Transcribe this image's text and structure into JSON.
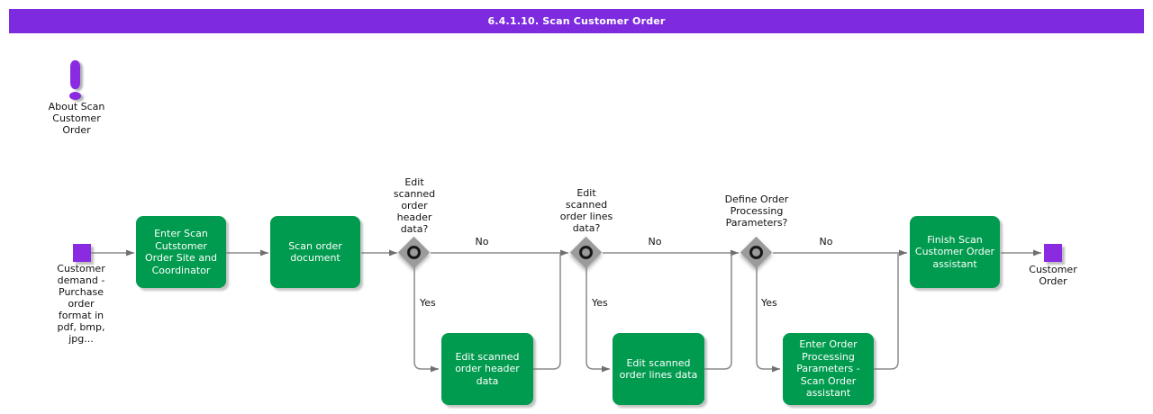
{
  "header": {
    "title": "6.4.1.10. Scan Customer Order"
  },
  "about": {
    "label": "About Scan\nCustomer\nOrder"
  },
  "colors": {
    "header_bar": "#7E2BDF",
    "event_purple": "#8A2BE2",
    "task_green": "#009B4E",
    "gateway_gray": "#9B9B9B",
    "connector_gray": "#8A8A8A"
  },
  "flow": {
    "start_event": {
      "label": "Customer\ndemand -\nPurchase\norder\nformat in\npdf, bmp,\njpg..."
    },
    "end_event": {
      "label": "Customer\nOrder"
    },
    "tasks": {
      "enter_site": "Enter Scan\nCutstomer\nOrder Site and\nCoordinator",
      "scan_document": "Scan order\ndocument",
      "edit_header": "Edit scanned\norder header\ndata",
      "edit_lines": "Edit scanned\norder lines data",
      "enter_params": "Enter Order\nProcessing\nParameters -\nScan Order\nassistant",
      "finish": "Finish Scan\nCustomer Order\nassistant"
    },
    "gateways": {
      "g1": {
        "question": "Edit\nscanned\norder\nheader\ndata?",
        "yes": "Yes",
        "no": "No"
      },
      "g2": {
        "question": "Edit\nscanned\norder lines\ndata?",
        "yes": "Yes",
        "no": "No"
      },
      "g3": {
        "question": "Define Order\nProcessing\nParameters?",
        "yes": "Yes",
        "no": "No"
      }
    }
  }
}
